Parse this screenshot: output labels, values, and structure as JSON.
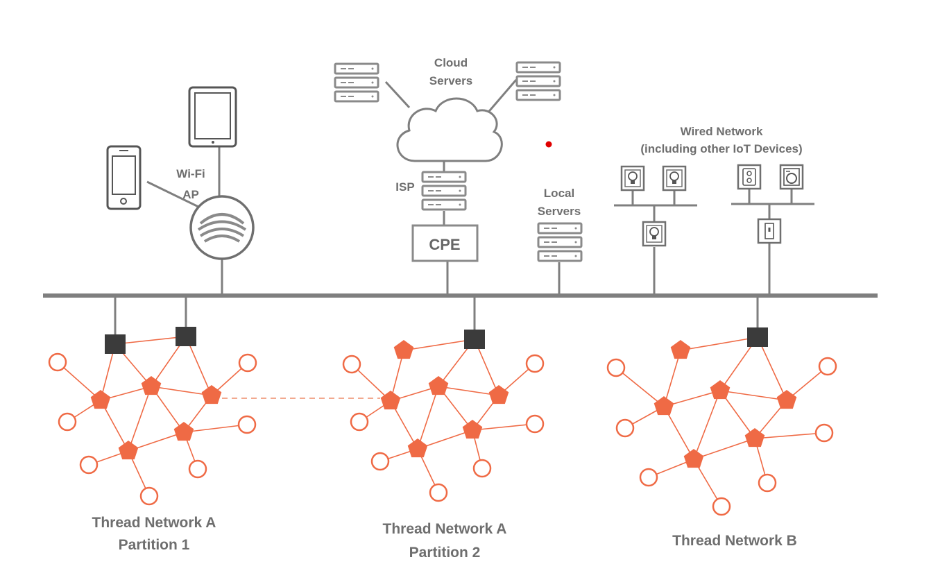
{
  "labels": {
    "cloud_servers_line1": "Cloud",
    "cloud_servers_line2": "Servers",
    "wifi_line1": "Wi-Fi",
    "wifi_line2": "AP",
    "isp": "ISP",
    "cpe": "CPE",
    "local_servers_line1": "Local",
    "local_servers_line2": "Servers",
    "wired_line1": "Wired Network",
    "wired_line2": "(including other IoT Devices)",
    "thread_a1_line1": "Thread Network A",
    "thread_a1_line2": "Partition 1",
    "thread_a2_line1": "Thread Network A",
    "thread_a2_line2": "Partition 2",
    "thread_b": "Thread Network B"
  },
  "colors": {
    "thread_orange": "#ef6a45",
    "border_router": "#3b3b3b",
    "infrastructure_gray": "#7f7f7f",
    "label_gray": "#6e6e6e",
    "marker_red": "#e00000"
  },
  "icons": [
    "smartphone-icon",
    "tablet-icon",
    "wifi-access-point-icon",
    "server-rack-icon",
    "cloud-icon",
    "light-bulb-switch-icon",
    "power-outlet-icon",
    "washing-machine-icon",
    "light-switch-icon"
  ]
}
